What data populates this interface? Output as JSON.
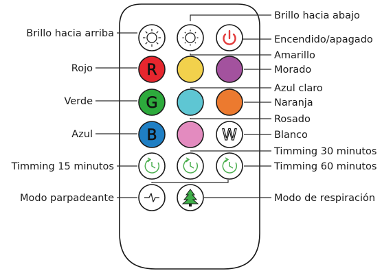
{
  "remote": {
    "buttons": [
      {
        "id": "brightness-up",
        "icon": "brightness-up-icon",
        "color": "#ffffff",
        "letter": ""
      },
      {
        "id": "brightness-down",
        "icon": "brightness-down-icon",
        "color": "#ffffff",
        "letter": ""
      },
      {
        "id": "power",
        "icon": "power-icon",
        "color": "#ffffff",
        "letter": "",
        "icon_color": "#e23b3b"
      },
      {
        "id": "red",
        "icon": "letter",
        "color": "#e6262e",
        "letter": "R"
      },
      {
        "id": "yellow",
        "icon": "none",
        "color": "#f2d14c",
        "letter": ""
      },
      {
        "id": "purple",
        "icon": "none",
        "color": "#a3529e",
        "letter": ""
      },
      {
        "id": "green",
        "icon": "letter",
        "color": "#2daa3c",
        "letter": "G"
      },
      {
        "id": "light-blue",
        "icon": "none",
        "color": "#5ec6d3",
        "letter": ""
      },
      {
        "id": "orange",
        "icon": "none",
        "color": "#ec7a2f",
        "letter": ""
      },
      {
        "id": "blue",
        "icon": "letter",
        "color": "#1f7fc4",
        "letter": "B"
      },
      {
        "id": "pink",
        "icon": "none",
        "color": "#e38bbf",
        "letter": ""
      },
      {
        "id": "white",
        "icon": "letter",
        "color": "#ffffff",
        "letter": "W"
      },
      {
        "id": "timer-15",
        "icon": "clock-icon",
        "color": "#ffffff",
        "letter": "",
        "icon_color": "#4caf50"
      },
      {
        "id": "timer-30",
        "icon": "clock-icon",
        "color": "#ffffff",
        "letter": "",
        "icon_color": "#4caf50"
      },
      {
        "id": "timer-60",
        "icon": "clock-icon",
        "color": "#ffffff",
        "letter": "",
        "icon_color": "#4caf50"
      },
      {
        "id": "flash",
        "icon": "pulse-icon",
        "color": "#ffffff",
        "letter": ""
      },
      {
        "id": "breath",
        "icon": "tree-icon",
        "color": "#ffffff",
        "letter": "",
        "icon_color": "#3fae49"
      }
    ]
  },
  "labels": {
    "brightness_up": "Brillo hacia arriba",
    "brightness_down": "Brillo hacia abajo",
    "power": "Encendido/apagado",
    "red": "Rojo",
    "yellow": "Amarillo",
    "purple": "Morado",
    "light_blue": "Azul claro",
    "green": "Verde",
    "orange": "Naranja",
    "pink": "Rosado",
    "blue": "Azul",
    "white": "Blanco",
    "timer_30": "Timming 30 minutos",
    "timer_15": "Timming 15 minutos",
    "timer_60": "Timming 60 minutos",
    "flash": "Modo parpadeante",
    "breath": "Modo de respiración"
  }
}
